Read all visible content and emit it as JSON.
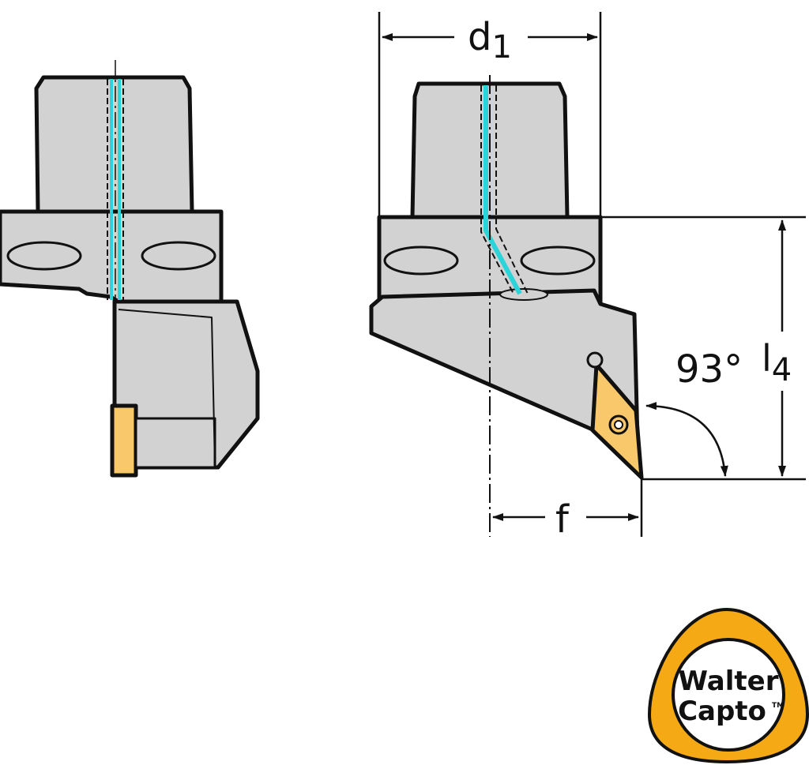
{
  "dimensions": {
    "d1": {
      "main": "d",
      "sub": "1"
    },
    "l4": {
      "main": "l",
      "sub": "4"
    },
    "angle": "93°",
    "f": "f"
  },
  "logo": {
    "line1": "Walter",
    "line2": "Capto",
    "tm": "TM"
  },
  "colors": {
    "body": "#d2d2d2",
    "coolant": "#2ad4d8",
    "insert": "#f9c86a",
    "logo_ring": "#f5a915",
    "outline": "#111111"
  }
}
